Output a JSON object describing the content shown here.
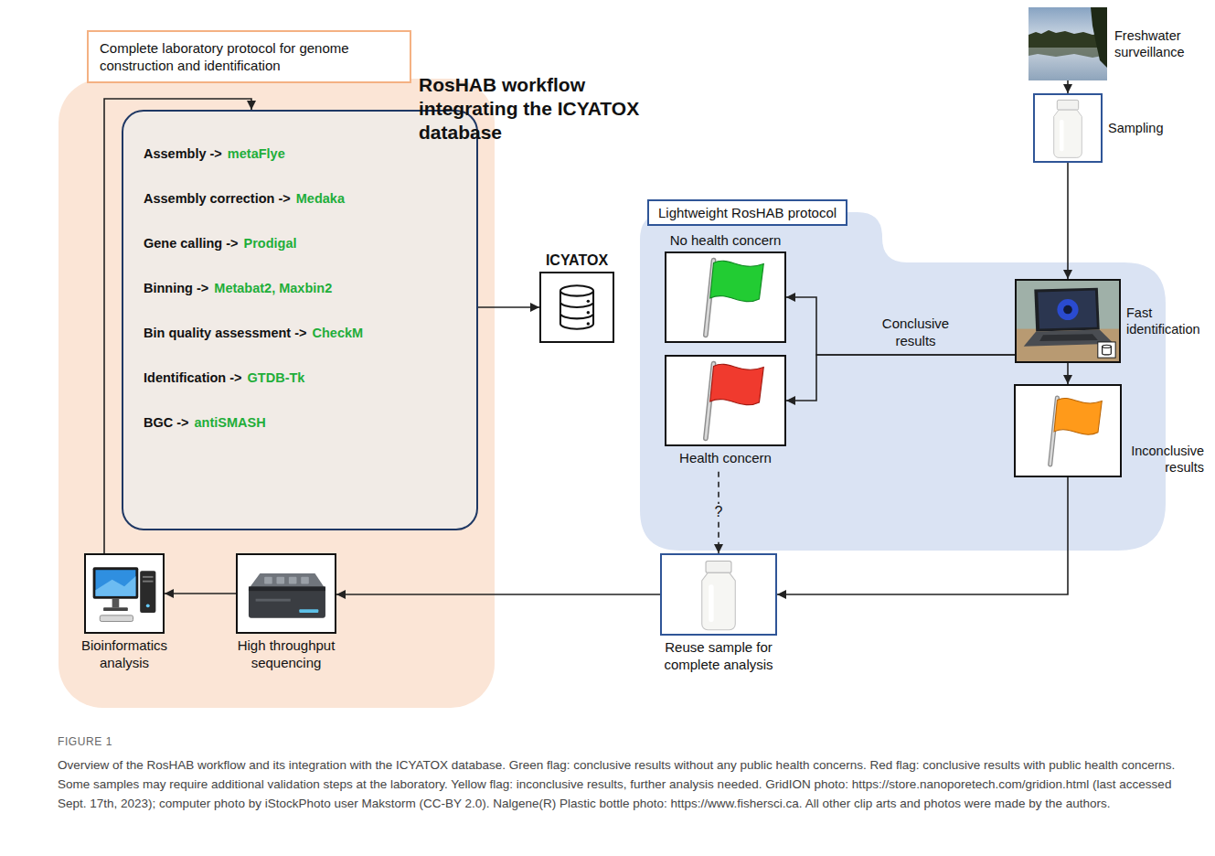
{
  "diagram": {
    "title": "RosHAB workflow integrating the ICYATOX database",
    "caption": "Overview of the RosHAB workflow and its integration with the ICYATOX database. Green flag: conclusive results without any public health concerns. Red flag: conclusive results with public health concerns. Some samples may require additional validation steps at the laboratory. Yellow flag: inconclusive results, further analysis needed. GridION photo: https://store.nanoporetech.com/gridion.html (last accessed Sept. 17th, 2023); computer photo by iStockPhoto user Makstorm (CC-BY 2.0). Nalgene(R) Plastic bottle photo: https://www.fishersci.ca. All other clip arts and photos were made by the authors.",
    "nodes": [
      {
        "text": [
          "Complete laboratory protocol for genome construction and identification"
        ]
      },
      {
        "text": [
          "Assembly ->",
          "metaFlye",
          "Assembly correction ->",
          "Medaka",
          "Gene calling ->",
          "Prodigal",
          "Binning ->",
          "Metabat2, Maxbin2",
          "Bin quality assessment ->",
          "CheckM",
          "Identification ->",
          "GTDB-Tk",
          "BGC ->",
          "antiSMASH"
        ],
        "in": 0
      },
      {
        "text": [
          "Bioinformatics analysis"
        ],
        "in": 0
      },
      {
        "text": [
          "High throughput sequencing"
        ],
        "in": 0
      },
      {
        "text": [
          "ICYATOX"
        ]
      },
      {
        "text": [
          "Lightweight RosHAB protocol"
        ]
      },
      {
        "text": [
          "No health concern"
        ],
        "in": 5
      },
      {
        "text": [
          "Health concern"
        ],
        "in": 5
      },
      {
        "text": [
          "Fast identification"
        ],
        "in": 5
      },
      {
        "text": [
          "Inconclusive results"
        ],
        "in": 5
      },
      {
        "text": [
          "Freshwater surveillance"
        ]
      },
      {
        "text": [
          "Sampling"
        ]
      },
      {
        "text": [
          "Reuse sample for complete analysis"
        ]
      }
    ],
    "edges": [
      {
        "from": 10,
        "to": 11,
        "arrow": "to"
      },
      {
        "from": 11,
        "to": 8,
        "arrow": "to"
      },
      {
        "from": 8,
        "to": 6,
        "label": "Conclusive results",
        "arrow": "to"
      },
      {
        "from": 8,
        "to": 7,
        "arrow": "to"
      },
      {
        "from": 8,
        "to": 9,
        "arrow": "to"
      },
      {
        "from": 9,
        "to": 12,
        "arrow": "to"
      },
      {
        "from": 7,
        "to": 12,
        "label": "?",
        "arrow": "to"
      },
      {
        "from": 12,
        "to": 3,
        "arrow": "to"
      },
      {
        "from": 3,
        "to": 2,
        "arrow": "to"
      },
      {
        "from": 2,
        "to": 1,
        "arrow": "to"
      },
      {
        "from": 1,
        "to": 4,
        "arrow": "to"
      }
    ],
    "labels": [
      "FIGURE 1"
    ]
  }
}
